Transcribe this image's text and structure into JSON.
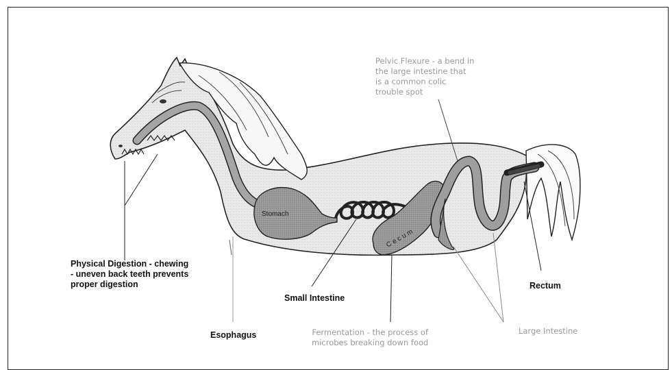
{
  "labels": {
    "pelvic_flexure": "Pelvic Flexure - a bend in\nthe large intestine that\nis a common colic\ntrouble spot",
    "physical_digestion": "Physical Digestion - chewing\n- uneven back teeth prevents\nproper digestion",
    "small_intestine": "Small Intestine",
    "rectum": "Rectum",
    "esophagus": "Esophagus",
    "fermentation": "Fermentation - the process of\nmicrobes breaking down food",
    "large_intestine": "Large Intestine",
    "stomach": "Stomach",
    "cecum": "C e c u m"
  },
  "colors": {
    "body_fill": "#e6e6e6",
    "tract_fill": "#9b9b9b",
    "stomach_fill": "#5e5e5e",
    "outline": "#222222",
    "grey_text": "#9a9a9a"
  }
}
